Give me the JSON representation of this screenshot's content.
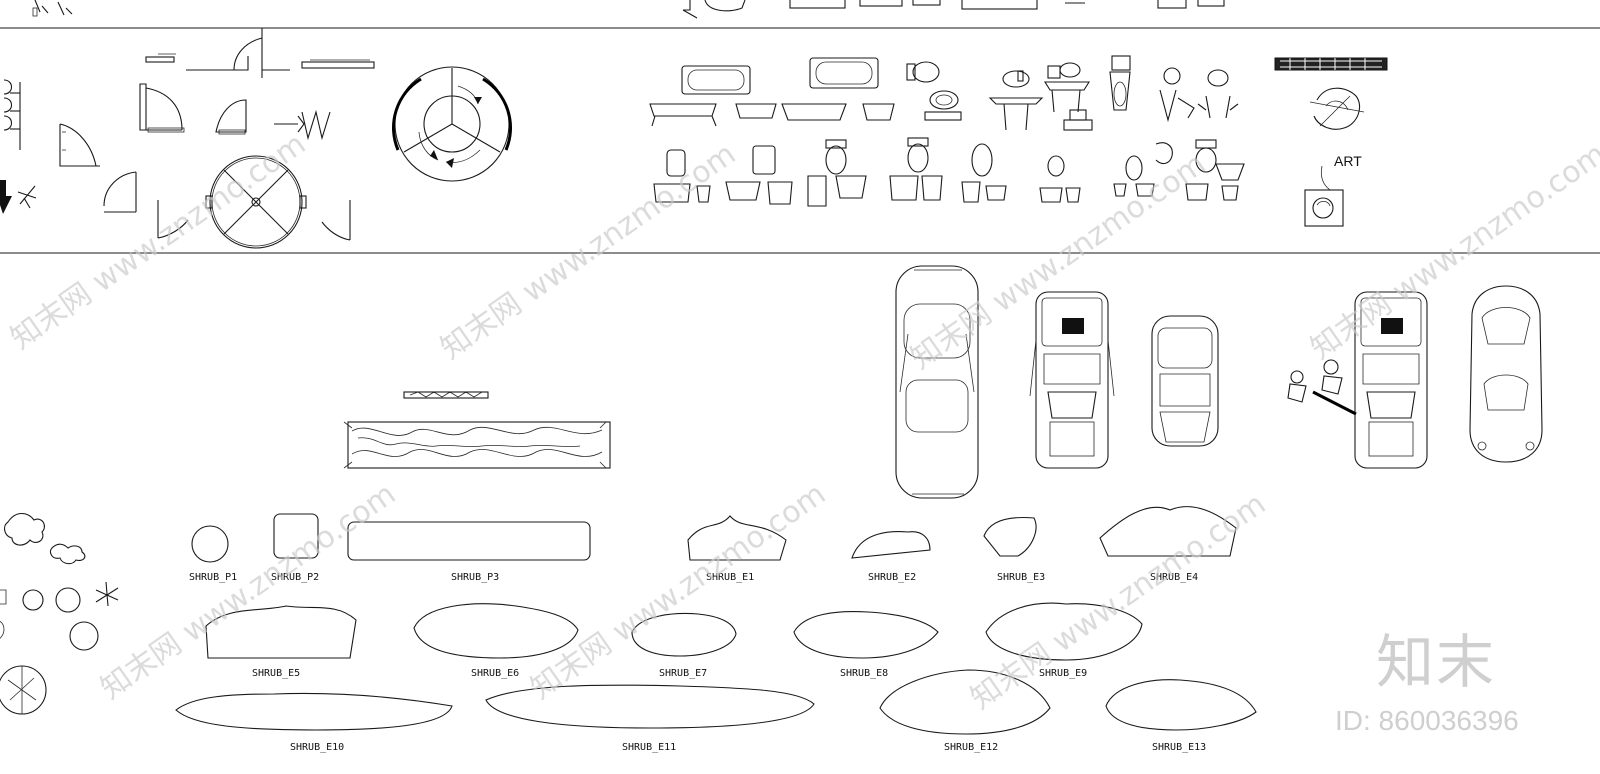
{
  "drawing": {
    "art_label": "ART",
    "watermark_text": "知末网 www.znzmo.com",
    "brand_logo": "知末",
    "brand_id": "ID: 860036396"
  },
  "shrub_labels": {
    "p1": "SHRUB_P1",
    "p2": "SHRUB_P2",
    "p3": "SHRUB_P3",
    "e1": "SHRUB_E1",
    "e2": "SHRUB_E2",
    "e3": "SHRUB_E3",
    "e4": "SHRUB_E4",
    "e5": "SHRUB_E5",
    "e6": "SHRUB_E6",
    "e7": "SHRUB_E7",
    "e8": "SHRUB_E8",
    "e9": "SHRUB_E9",
    "e10": "SHRUB_E10",
    "e11": "SHRUB_E11",
    "e12": "SHRUB_E12",
    "e13": "SHRUB_E13"
  },
  "colors": {
    "linework": "#1a1a1a",
    "background": "#ffffff",
    "watermark": "#cfcfcf"
  },
  "icons": [
    "door-swing-icon",
    "revolving-door-icon",
    "bathtub-icon",
    "toilet-icon",
    "sink-icon",
    "urinal-icon",
    "art-piece-icon",
    "car-topview-icon",
    "shrub-icon",
    "tree-canopy-icon"
  ]
}
